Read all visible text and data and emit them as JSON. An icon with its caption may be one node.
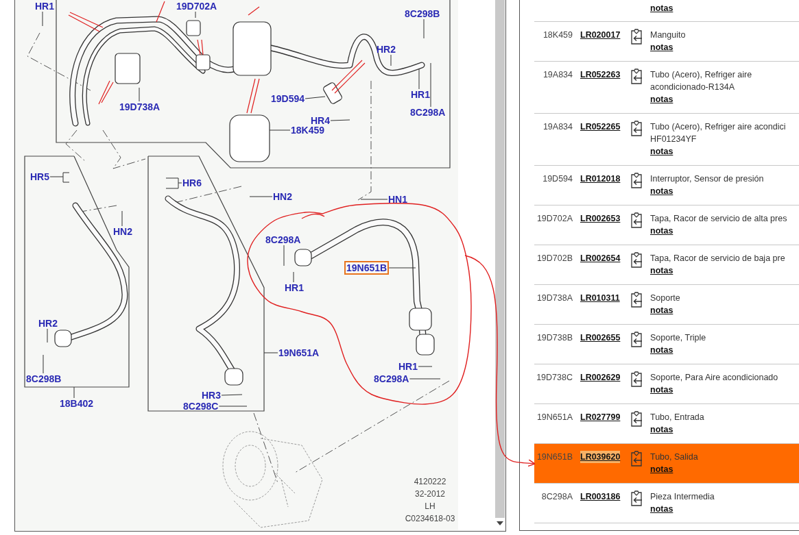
{
  "diagram": {
    "nodes": [
      {
        "text": [
          "HR1"
        ]
      },
      {
        "text": [
          "19D702A"
        ]
      },
      {
        "text": [
          "8C298B"
        ]
      },
      {
        "text": [
          "HR2"
        ]
      },
      {
        "text": [
          "19D738A"
        ]
      },
      {
        "text": [
          "19D594"
        ]
      },
      {
        "text": [
          "HR1"
        ]
      },
      {
        "text": [
          "HR4"
        ]
      },
      {
        "text": [
          "8C298A"
        ]
      },
      {
        "text": [
          "18K459"
        ]
      },
      {
        "text": [
          "HR5"
        ]
      },
      {
        "text": [
          "HR6"
        ]
      },
      {
        "text": [
          "HN2"
        ]
      },
      {
        "text": [
          "HN1"
        ]
      },
      {
        "text": [
          "HN2"
        ]
      },
      {
        "text": [
          "8C298A"
        ]
      },
      {
        "text": [
          "19N651B"
        ]
      },
      {
        "text": [
          "HR1"
        ]
      },
      {
        "text": [
          "HR2"
        ]
      },
      {
        "text": [
          "19N651A"
        ]
      },
      {
        "text": [
          "HR1"
        ]
      },
      {
        "text": [
          "8C298B"
        ]
      },
      {
        "text": [
          "8C298A"
        ]
      },
      {
        "text": [
          "HR3"
        ]
      },
      {
        "text": [
          "18B402"
        ]
      },
      {
        "text": [
          "8C298C"
        ]
      },
      {
        "text": [
          "notas"
        ]
      },
      {
        "text": [
          "18K459",
          "LR020017",
          "Manguito",
          "notas"
        ]
      },
      {
        "text": [
          "19A834",
          "LR052263",
          "Tubo (Acero), Refriger aire acondicionado-R134A",
          "notas"
        ]
      },
      {
        "text": [
          "19A834",
          "LR052265",
          "Tubo (Acero), Refriger aire acondici HF01234YF",
          "notas"
        ]
      },
      {
        "text": [
          "19D594",
          "LR012018",
          "Interruptor, Sensor de presión",
          "notas"
        ]
      },
      {
        "text": [
          "19D702A",
          "LR002653",
          "Tapa, Racor de servicio de alta pres",
          "notas"
        ]
      },
      {
        "text": [
          "19D702B",
          "LR002654",
          "Tapa, Racor de servicio de baja pre",
          "notas"
        ]
      },
      {
        "text": [
          "19D738A",
          "LR010311",
          "Soporte",
          "notas"
        ]
      },
      {
        "text": [
          "19D738B",
          "LR002655",
          "Soporte, Triple",
          "notas"
        ]
      },
      {
        "text": [
          "19D738C",
          "LR002629",
          "Soporte, Para Aire acondicionado",
          "notas"
        ]
      },
      {
        "text": [
          "19N651A",
          "LR027799",
          "Tubo, Entrada",
          "notas"
        ]
      },
      {
        "text": [
          "19N651B",
          "LR039620",
          "Tubo, Salida",
          "notas"
        ]
      },
      {
        "text": [
          "8C298A",
          "LR003186",
          "Pieza Intermedia",
          "notas"
        ]
      }
    ],
    "edges": [
      {
        "from": 0,
        "to": null,
        "arrow": "none"
      },
      {
        "from": 1,
        "to": null,
        "arrow": "none"
      },
      {
        "from": 2,
        "to": null,
        "arrow": "none"
      },
      {
        "from": 3,
        "to": null,
        "arrow": "none"
      },
      {
        "from": 4,
        "to": null,
        "arrow": "none"
      },
      {
        "from": 5,
        "to": null,
        "arrow": "none"
      },
      {
        "from": 6,
        "to": null,
        "arrow": "none"
      },
      {
        "from": 7,
        "to": null,
        "arrow": "none"
      },
      {
        "from": 8,
        "to": null,
        "arrow": "none"
      },
      {
        "from": 9,
        "to": null,
        "arrow": "none"
      },
      {
        "from": 10,
        "to": null,
        "arrow": "none"
      },
      {
        "from": 11,
        "to": null,
        "arrow": "none"
      },
      {
        "from": 12,
        "to": null,
        "arrow": "none"
      },
      {
        "from": 13,
        "to": null,
        "arrow": "none"
      },
      {
        "from": 14,
        "to": null,
        "arrow": "none"
      },
      {
        "from": 15,
        "to": null,
        "arrow": "none"
      },
      {
        "from": 16,
        "to": null,
        "arrow": "none"
      },
      {
        "from": 17,
        "to": null,
        "arrow": "none"
      },
      {
        "from": 18,
        "to": null,
        "arrow": "none"
      },
      {
        "from": 19,
        "to": null,
        "arrow": "none"
      },
      {
        "from": 20,
        "to": null,
        "arrow": "none"
      },
      {
        "from": 21,
        "to": null,
        "arrow": "none"
      },
      {
        "from": 22,
        "to": null,
        "arrow": "none"
      },
      {
        "from": 23,
        "to": null,
        "arrow": "none"
      },
      {
        "from": 24,
        "to": null,
        "arrow": "none"
      },
      {
        "from": 25,
        "to": null,
        "arrow": "none"
      },
      {
        "from": null,
        "to": 37,
        "arrow": "to",
        "color": "#e02020"
      }
    ],
    "labels": [
      "4120222",
      "32-2012",
      "LH",
      "C0234618-03"
    ]
  }
}
